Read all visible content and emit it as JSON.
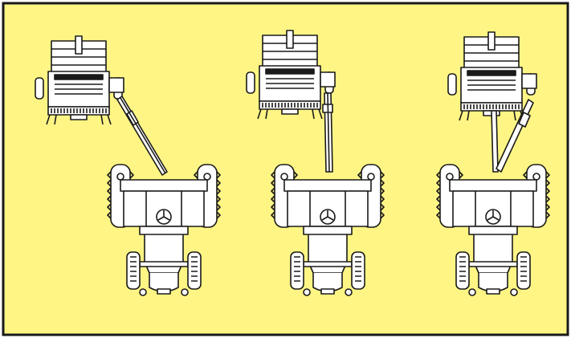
{
  "diagram": {
    "panels": [
      {
        "id": "left",
        "hitch": "offset-angled"
      },
      {
        "id": "center",
        "hitch": "straight-telescopic"
      },
      {
        "id": "right",
        "hitch": "split-drawbar"
      }
    ]
  },
  "colors": {
    "background": "#fff585",
    "frame": "#1a1a1a",
    "line": "#1a1a1a",
    "fill": "#ffffff",
    "frame_accent": "#111111"
  }
}
